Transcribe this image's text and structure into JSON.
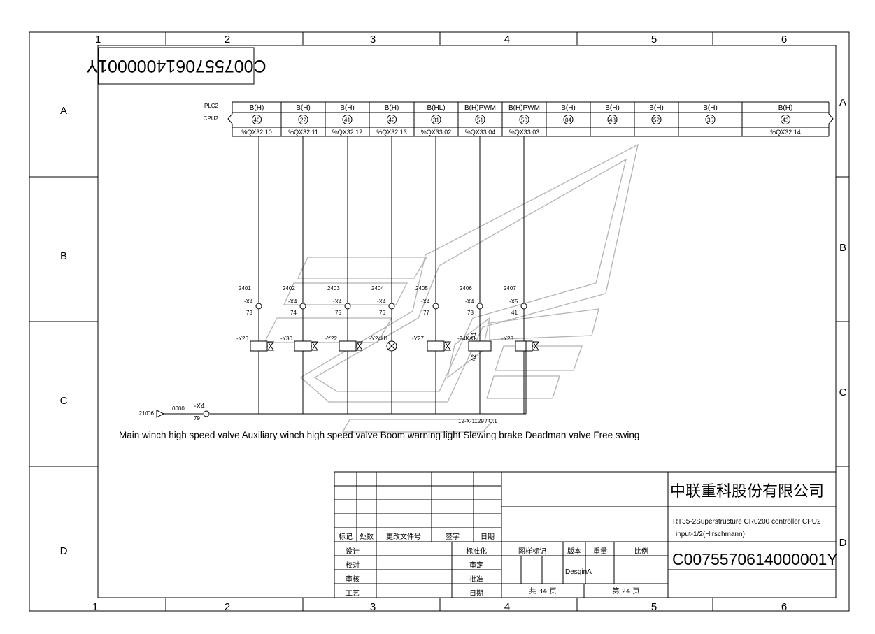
{
  "zones": {
    "columns": [
      "1",
      "2",
      "3",
      "4",
      "5",
      "6"
    ],
    "rows": [
      "A",
      "B",
      "C",
      "D"
    ]
  },
  "drawing_code_rotated": "C0075570614000001Y",
  "plc": {
    "module_label": "-PLC2",
    "cpu_label": "CPU2",
    "channels": [
      {
        "type": "B(H)",
        "terminal": "40",
        "address": "%QX32.10"
      },
      {
        "type": "B(H)",
        "terminal": "22",
        "address": "%QX32.11"
      },
      {
        "type": "B(H)",
        "terminal": "41",
        "address": "%QX32.12"
      },
      {
        "type": "B(H)",
        "terminal": "42",
        "address": "%QX32.13"
      },
      {
        "type": "B(HL)",
        "terminal": "31",
        "address": "%QX33.02"
      },
      {
        "type": "B(H)PWM",
        "terminal": "51",
        "address": "%QX33.04"
      },
      {
        "type": "B(H)PWM",
        "terminal": "50",
        "address": "%QX33.03"
      },
      {
        "type": "B(H)",
        "terminal": "04",
        "address": ""
      },
      {
        "type": "B(H)",
        "terminal": "48",
        "address": ""
      },
      {
        "type": "B(H)",
        "terminal": "52",
        "address": ""
      },
      {
        "type": "B(H)",
        "terminal": "35",
        "address": ""
      },
      {
        "type": "B(H)",
        "terminal": "43",
        "address": "%QX32.14"
      }
    ]
  },
  "wires": [
    {
      "wire": "2401",
      "connector": "-X4",
      "pin": "73",
      "device": "-Y26"
    },
    {
      "wire": "2402",
      "connector": "-X4",
      "pin": "74",
      "device": "-Y30"
    },
    {
      "wire": "2403",
      "connector": "-X4",
      "pin": "75",
      "device": "-Y22"
    },
    {
      "wire": "2404",
      "connector": "-X4",
      "pin": "76",
      "device": "-Y24H1"
    },
    {
      "wire": "2405",
      "connector": "-X4",
      "pin": "77",
      "device": "-Y27"
    },
    {
      "wire": "2406",
      "connector": "-X4",
      "pin": "78",
      "device": "-24KA1"
    },
    {
      "wire": "2407",
      "connector": "-X5",
      "pin": "41",
      "device": "-Y28"
    }
  ],
  "relay_pins": {
    "a1": "A1",
    "a2": "A2"
  },
  "common": {
    "reference": "21/D6",
    "wire": "0000",
    "connector": "-X4",
    "pin": "79",
    "cross_ref": "12-X-1129 / C.1"
  },
  "caption": "Main winch high speed valve Auxiliary winch high speed valve Boom warning light Slewing brake Deadman valve Free swing",
  "title_block": {
    "company": "中联重科股份有限公司",
    "description_line1": "RT35-2Superstructure CR0200 controller CPU2",
    "description_line2": "input-1/2(Hirschmann)",
    "drawing_number": "C0075570614000001Y",
    "revision_headers": [
      "标记",
      "处数",
      "更改文件号",
      "签字",
      "日期"
    ],
    "left_roles": [
      "设计",
      "校对",
      "审核",
      "工艺"
    ],
    "right_roles": [
      "标准化",
      "审定",
      "批准",
      "日期"
    ],
    "meta_headers": [
      "图样标记",
      "版本",
      "重量",
      "比例"
    ],
    "version_value": "DesginA",
    "total_sheets_label": "共 34 页",
    "sheet_label": "第 24 页"
  }
}
